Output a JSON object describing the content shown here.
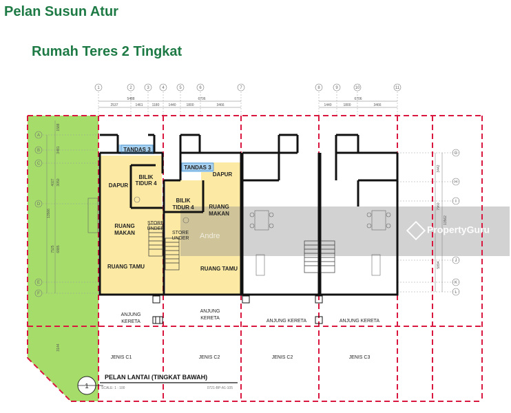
{
  "header": {
    "title": "Pelan Susun Atur",
    "subtitle": "Rumah Teres 2 Tingkat"
  },
  "rooms": {
    "tandas_a": "TANDAS 3",
    "tandas_b": "TANDAS 3",
    "dapur_a": "DAPUR",
    "dapur_b": "DAPUR",
    "bilik_a_1": "BILIK",
    "bilik_a_2": "TIDUR 4",
    "bilik_b_1": "BILIK",
    "bilik_b_2": "TIDUR 4",
    "makan_a_1": "RUANG",
    "makan_a_2": "MAKAN",
    "makan_b_1": "RUANG",
    "makan_b_2": "MAKAN",
    "store_a_1": "STORE",
    "store_a_2": "UNDER",
    "store_b_1": "STORE",
    "store_b_2": "UNDER",
    "tamu_a": "RUANG TAMU",
    "tamu_b": "RUANG TAMU"
  },
  "porch": {
    "a_1": "ANJUNG",
    "a_2": "KERETA",
    "b_1": "ANJUNG",
    "b_2": "KERETA",
    "c": "ANJUNG KERETA",
    "d": "ANJUNG KERETA"
  },
  "types": [
    "JENIS C1",
    "JENIS C2",
    "JENIS C2",
    "JENIS C3"
  ],
  "footer": {
    "marker": "1",
    "plan_title": "PELAN LANTAI (TINGKAT BAWAH)",
    "scale": "SCALE: 1 : 100",
    "drawing_no": "0721-BP-A1-105"
  },
  "grid": {
    "top": [
      "1",
      "2",
      "3",
      "4",
      "5",
      "6",
      "7",
      "8",
      "9",
      "10",
      "11"
    ],
    "left": [
      "A",
      "B",
      "C",
      "D",
      "E",
      "F"
    ],
    "right": [
      "G",
      "H",
      "I",
      "J",
      "K",
      "L"
    ]
  },
  "dims": {
    "top_1": [
      "2537",
      "1461",
      "1180",
      "1440",
      "1800",
      "3466"
    ],
    "top_2": [
      "5488",
      "6706",
      "1440",
      "1800",
      "6706",
      "3466"
    ],
    "left": [
      "1588",
      "3481",
      "4027",
      "3050",
      "13566",
      "7525",
      "6885",
      "3144"
    ],
    "right": [
      "3442",
      "7960",
      "13562",
      "5894"
    ]
  },
  "watermark": {
    "text": "PropertyGuru",
    "faint": "Andre"
  },
  "colors": {
    "green": "#1e7a45",
    "lot_green": "#a6dd6a",
    "room_yellow": "#fbe9a4",
    "toilet_blue": "#a9d3f2",
    "boundary_red": "#d9163e"
  }
}
